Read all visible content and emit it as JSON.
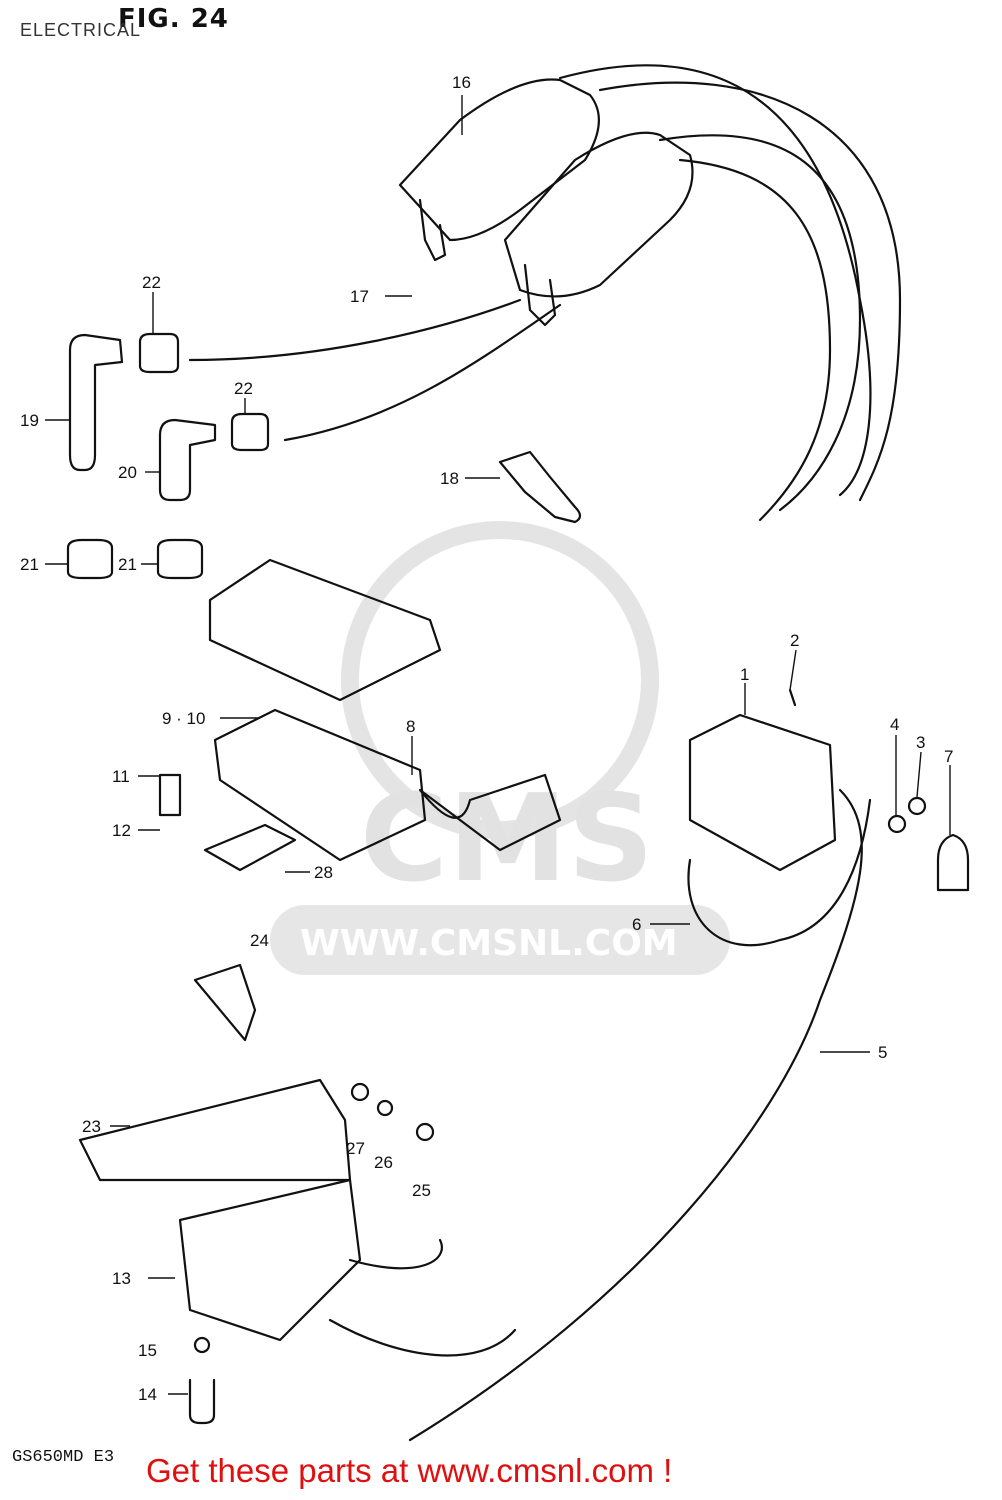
{
  "header": {
    "figure": "FIG. 24",
    "section": "ELECTRICAL"
  },
  "watermark": {
    "logo_text": "CMS",
    "url_text": "WWW.CMSNL.COM"
  },
  "callouts": [
    {
      "id": "c16",
      "label": "16"
    },
    {
      "id": "c17",
      "label": "17"
    },
    {
      "id": "c22a",
      "label": "22"
    },
    {
      "id": "c22b",
      "label": "22"
    },
    {
      "id": "c19",
      "label": "19"
    },
    {
      "id": "c20",
      "label": "20"
    },
    {
      "id": "c18",
      "label": "18"
    },
    {
      "id": "c21a",
      "label": "21"
    },
    {
      "id": "c21b",
      "label": "21"
    },
    {
      "id": "c2",
      "label": "2"
    },
    {
      "id": "c1",
      "label": "1"
    },
    {
      "id": "c4",
      "label": "4"
    },
    {
      "id": "c3",
      "label": "3"
    },
    {
      "id": "c7",
      "label": "7"
    },
    {
      "id": "c910",
      "label": "9 · 10"
    },
    {
      "id": "c8",
      "label": "8"
    },
    {
      "id": "c11",
      "label": "11"
    },
    {
      "id": "c12",
      "label": "12"
    },
    {
      "id": "c28",
      "label": "28"
    },
    {
      "id": "c6",
      "label": "6"
    },
    {
      "id": "c24",
      "label": "24"
    },
    {
      "id": "c5",
      "label": "5"
    },
    {
      "id": "c23",
      "label": "23"
    },
    {
      "id": "c27",
      "label": "27"
    },
    {
      "id": "c26",
      "label": "26"
    },
    {
      "id": "c25",
      "label": "25"
    },
    {
      "id": "c13",
      "label": "13"
    },
    {
      "id": "c15",
      "label": "15"
    },
    {
      "id": "c14",
      "label": "14"
    }
  ],
  "footer": {
    "model": "GS650MD E3",
    "banner": "Get these parts at www.cmsnl.com !"
  },
  "colors": {
    "banner": "#e01010",
    "line": "#111111",
    "watermark": "#d8d8d8"
  }
}
